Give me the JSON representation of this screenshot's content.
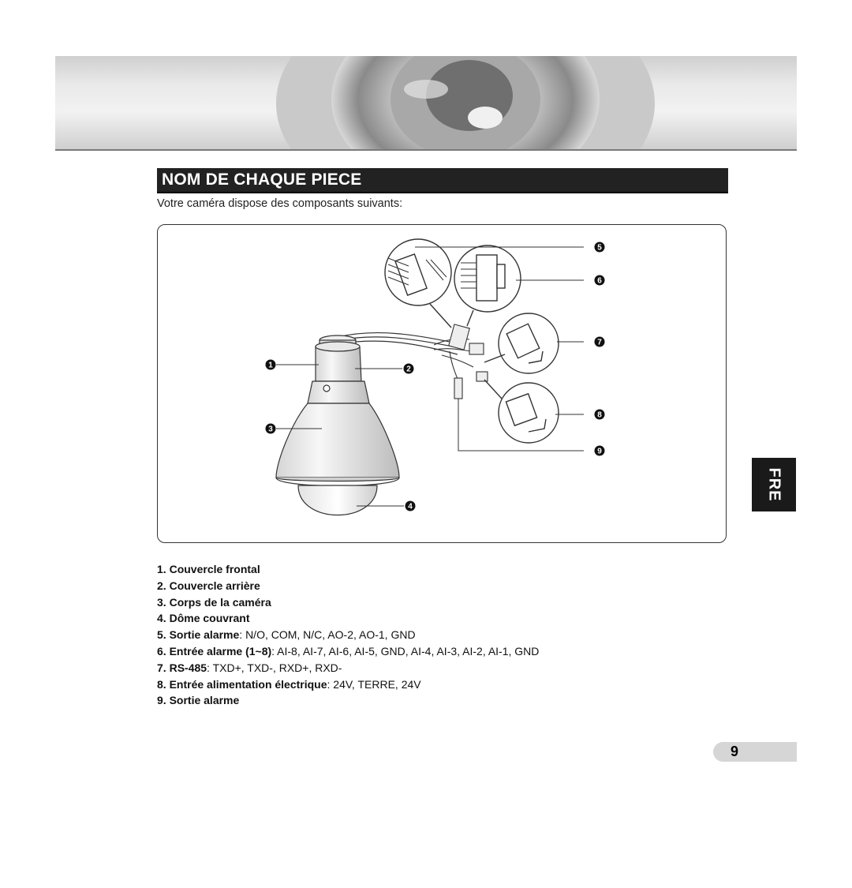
{
  "header": {
    "banner_image": "dome-camera-closeup-banner"
  },
  "section": {
    "title": "NOM DE CHAQUE PIECE"
  },
  "intro": "Votre caméra dispose des composants suivants:",
  "figure": {
    "image": "dome-camera-component-diagram",
    "callouts": [
      "1",
      "2",
      "3",
      "4",
      "5",
      "6",
      "7",
      "8",
      "9"
    ]
  },
  "parts": [
    {
      "num": "1.",
      "label": "Couvercle frontal",
      "detail": ""
    },
    {
      "num": "2.",
      "label": "Couvercle arrière",
      "detail": ""
    },
    {
      "num": "3.",
      "label": "Corps de la caméra",
      "detail": ""
    },
    {
      "num": "4.",
      "label": "Dôme couvrant",
      "detail": ""
    },
    {
      "num": "5.",
      "label": "Sortie alarme",
      "detail": ": N/O, COM, N/C, AO-2, AO-1, GND"
    },
    {
      "num": "6.",
      "label": "Entrée alarme (1~8)",
      "detail": ": AI-8, AI-7, AI-6, AI-5, GND, AI-4, AI-3, AI-2, AI-1, GND"
    },
    {
      "num": "7.",
      "label": "RS-485",
      "detail": ": TXD+, TXD-, RXD+, RXD-"
    },
    {
      "num": "8.",
      "label": "Entrée alimentation électrique",
      "detail": ": 24V, TERRE, 24V"
    },
    {
      "num": "9.",
      "label": "Sortie alarme",
      "detail": ""
    }
  ],
  "side_tab": "FRE",
  "page_number": "9"
}
